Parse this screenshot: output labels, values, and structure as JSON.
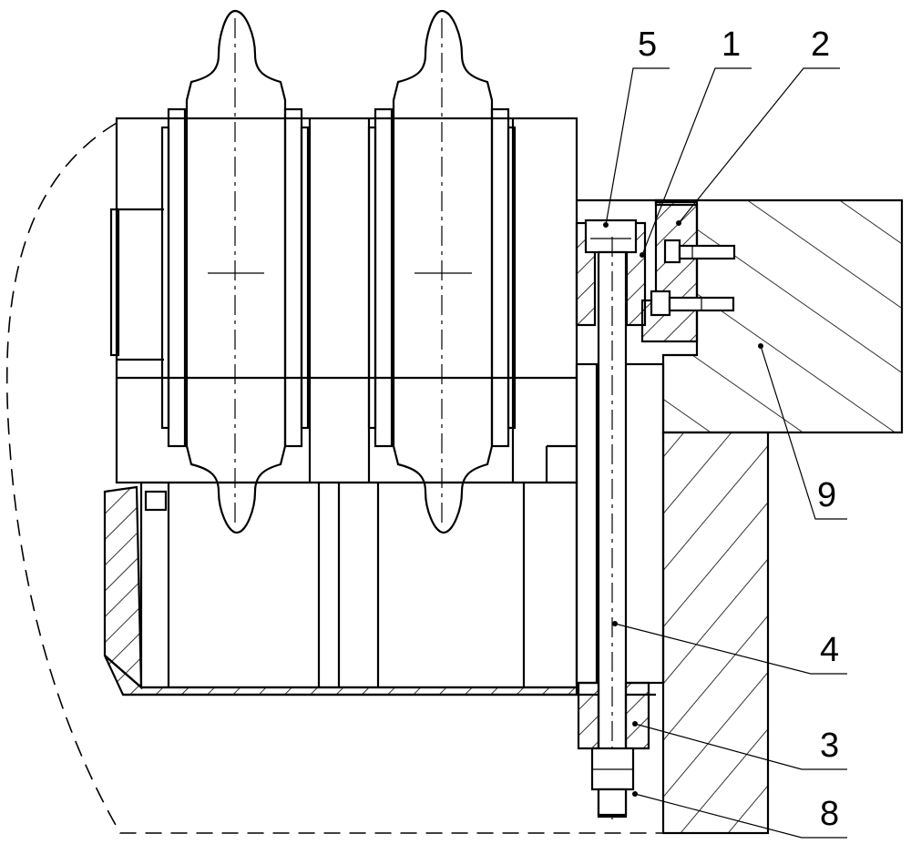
{
  "labels": {
    "l5": "5",
    "l1": "1",
    "l2": "2",
    "l9": "9",
    "l4": "4",
    "l3": "3",
    "l8": "8"
  }
}
